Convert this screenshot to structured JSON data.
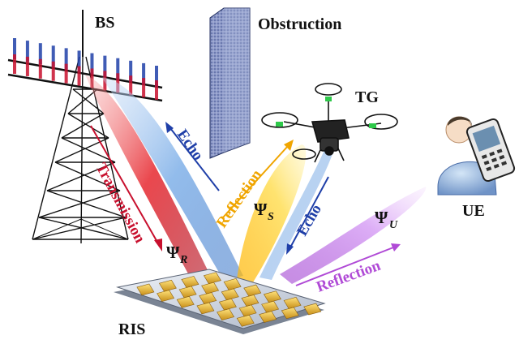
{
  "labels": {
    "bs": "BS",
    "obstruction": "Obstruction",
    "tg": "TG",
    "ue": "UE",
    "ris": "RIS"
  },
  "arrows": {
    "transmission": "Transmission",
    "echo_bs": "Echo",
    "reflection_tg": "Reflection",
    "echo_tg": "Echo",
    "reflection_ue": "Reflection"
  },
  "beams": {
    "psi_symbol": "Ψ",
    "psi_r_sub": "R",
    "psi_s_sub": "S",
    "psi_u_sub": "U"
  },
  "colors": {
    "transmission": "#c8102e",
    "echo": "#1f3fa8",
    "reflection_tg": "#f0a500",
    "reflection_ue": "#b04ad6",
    "beam_red": "#e8333a",
    "beam_blue": "#7fb0e8",
    "beam_yellow": "#ffd23a",
    "beam_violet": "#c77cf0",
    "ris_gold": "#d9a520"
  },
  "icons": [
    "base-station-tower-icon",
    "drone-icon",
    "user-phone-icon",
    "wall-icon",
    "ris-panel-icon"
  ]
}
